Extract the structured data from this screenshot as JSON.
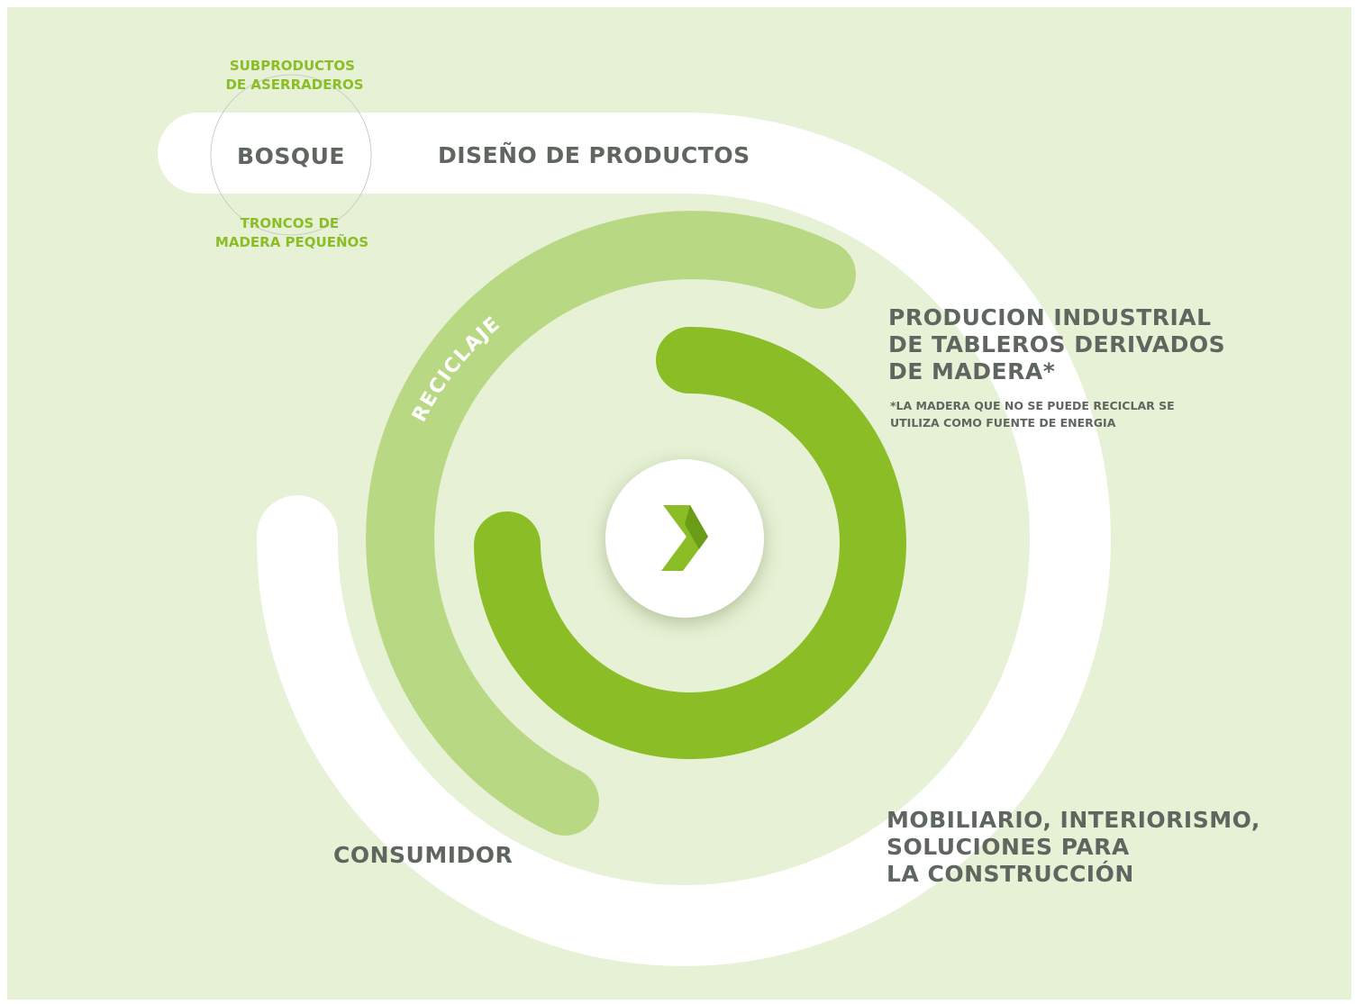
{
  "colors": {
    "background": "#e6f1d6",
    "outer_band": "#ffffff",
    "recycle_band": "#b9d884",
    "inner_band": "#8abd26",
    "text_gray": "#5f6660",
    "text_green": "#8abd26"
  },
  "diagram": {
    "forest": "BOSQUE",
    "sawmill_byproducts": [
      "SUBPRODUCTOS",
      "DE ASERRADEROS"
    ],
    "small_logs": [
      "TRONCOS DE",
      "MADERA PEQUEÑOS"
    ],
    "product_design": "DISEÑO DE PRODUCTOS",
    "industrial_production": [
      "PRODUCION INDUSTRIAL",
      "DE TABLEROS DERIVADOS",
      "DE MADERA*"
    ],
    "footnote": [
      "*LA MADERA QUE NO SE PUEDE RECICLAR SE",
      "UTILIZA COMO FUENTE DE ENERGIA"
    ],
    "furniture": [
      "MOBILIARIO, INTERIORISMO,",
      "SOLUCIONES PARA",
      "LA CONSTRUCCIÓN"
    ],
    "consumer": "CONSUMIDOR",
    "recycling": "RECICLAJE",
    "center_icon": "chevron-right-logo-icon"
  }
}
